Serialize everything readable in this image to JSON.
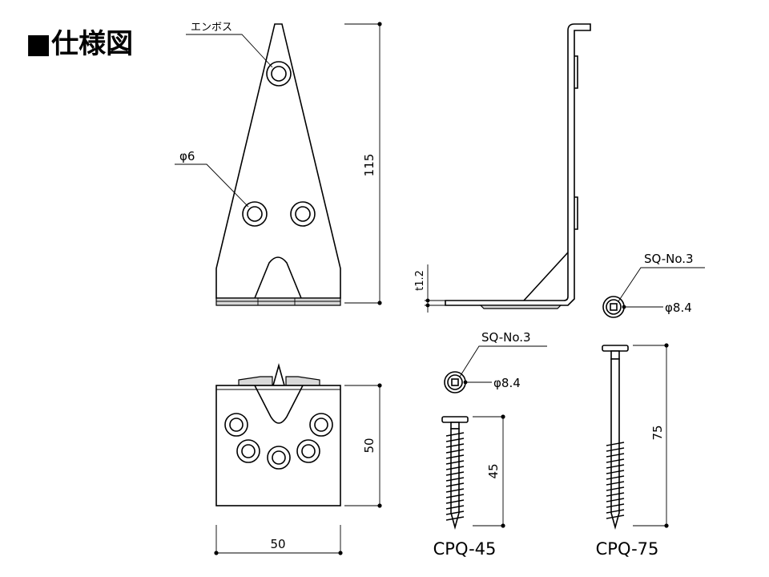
{
  "title": "■仕様図",
  "labels": {
    "emboss": "エンボス",
    "hole_dia": "φ6",
    "height_115": "115",
    "thickness": "t1.2",
    "sq_top": "SQ-No.3",
    "dia_top": "φ8.4",
    "sq_mid": "SQ-No.3",
    "dia_mid": "φ8.4",
    "height_50": "50",
    "width_50": "50",
    "len_45": "45",
    "len_75": "75",
    "screw_45": "CPQ-45",
    "screw_75": "CPQ-75"
  }
}
